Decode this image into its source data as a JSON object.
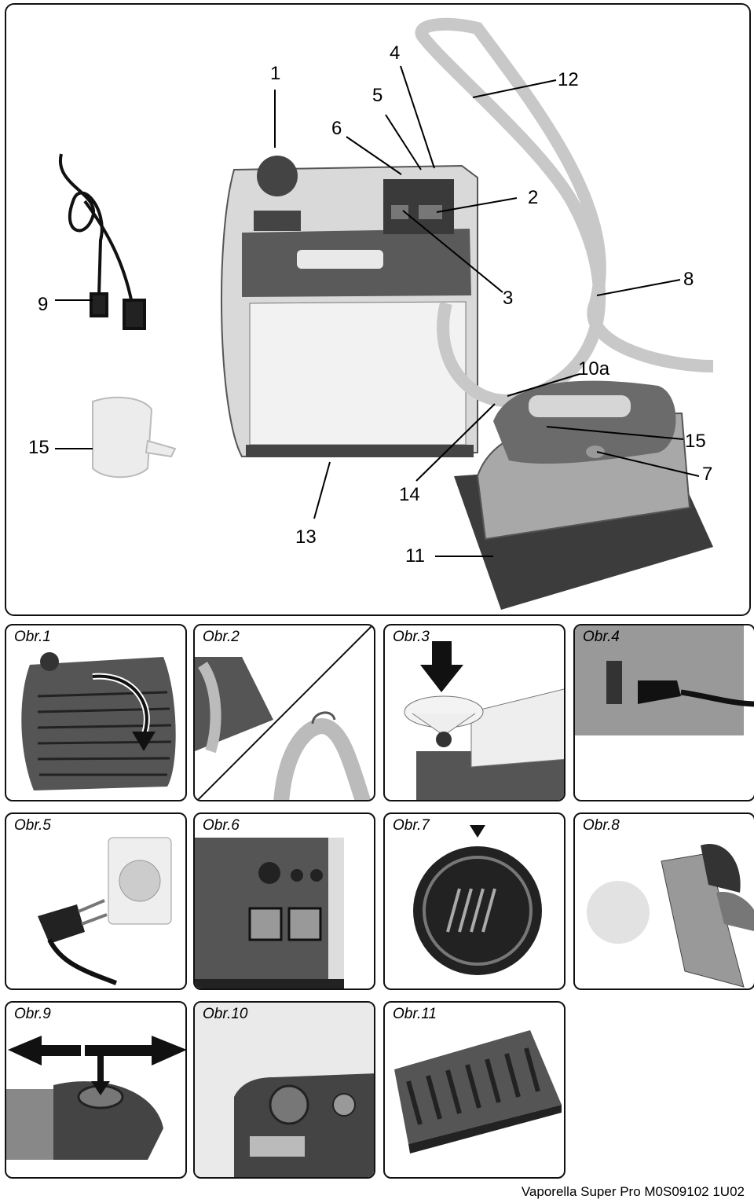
{
  "main": {
    "callouts": {
      "c1": "1",
      "c2": "2",
      "c3": "3",
      "c4": "4",
      "c5": "5",
      "c6": "6",
      "c7": "7",
      "c8": "8",
      "c9": "9",
      "c10a": "10a",
      "c11": "11",
      "c12": "12",
      "c13": "13",
      "c14": "14",
      "c15_left": "15",
      "c15_right": "15"
    }
  },
  "figures": [
    {
      "label": "Obr.1"
    },
    {
      "label": "Obr.2"
    },
    {
      "label": "Obr.3"
    },
    {
      "label": "Obr.4"
    },
    {
      "label": "Obr.5"
    },
    {
      "label": "Obr.6"
    },
    {
      "label": "Obr.7"
    },
    {
      "label": "Obr.8"
    },
    {
      "label": "Obr.9"
    },
    {
      "label": "Obr.10"
    },
    {
      "label": "Obr.11"
    }
  ],
  "footer": "Vaporella Super Pro M0S09102 1U02"
}
